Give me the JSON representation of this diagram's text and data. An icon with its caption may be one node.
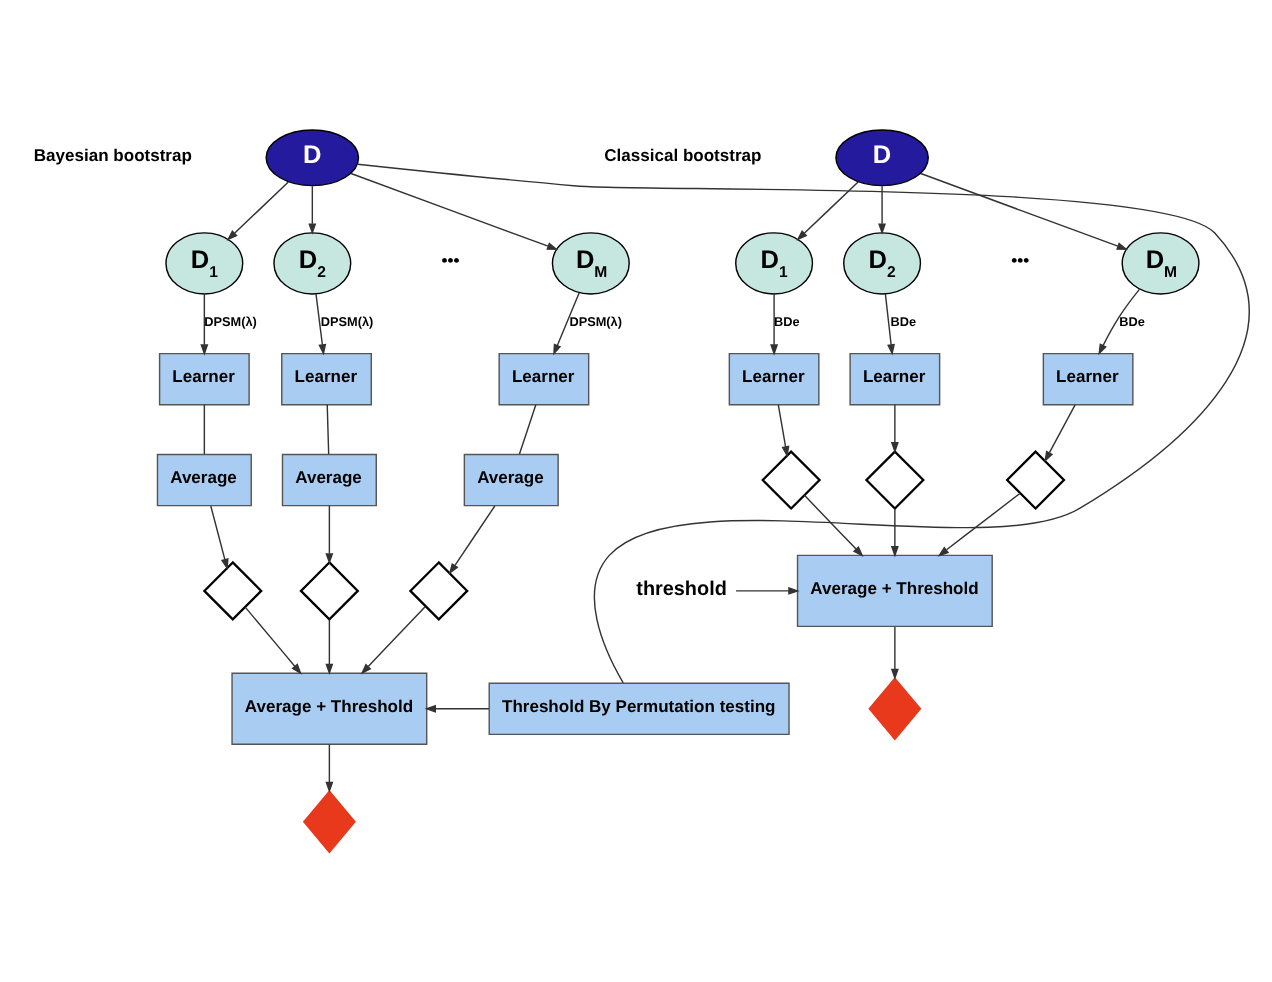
{
  "diagram": {
    "nodes": [
      {
        "text": [
          "D"
        ]
      },
      {
        "text": [
          "D$_{1}$"
        ]
      },
      {
        "text": [
          "D$_{2}$"
        ]
      },
      {
        "text": [
          "D$_{M}$"
        ]
      },
      {
        "text": [
          "Learner"
        ]
      },
      {
        "text": [
          "Learner"
        ]
      },
      {
        "text": [
          "Learner"
        ]
      },
      {
        "text": [],
        "shape": "network"
      },
      {
        "text": [],
        "shape": "network"
      },
      {
        "text": [],
        "shape": "network"
      },
      {
        "text": [
          "Average + Threshold"
        ]
      },
      {
        "text": [
          "threshold"
        ]
      },
      {
        "text": [],
        "shape": "network"
      },
      {
        "text": [
          "D"
        ]
      },
      {
        "text": [
          "D$_{1}$"
        ]
      },
      {
        "text": [
          "D$_{2}$"
        ]
      },
      {
        "text": [
          "D$_{M}$"
        ]
      },
      {
        "text": [
          "Learner"
        ]
      },
      {
        "text": [
          "Learner"
        ]
      },
      {
        "text": [
          "Learner"
        ]
      },
      {
        "text": [
          "Average"
        ]
      },
      {
        "text": [
          "Average"
        ]
      },
      {
        "text": [
          "Average"
        ]
      },
      {
        "text": [],
        "shape": "network"
      },
      {
        "text": [],
        "shape": "network"
      },
      {
        "text": [],
        "shape": "network"
      },
      {
        "text": [
          "Average + Threshold"
        ]
      },
      {
        "text": [
          "Threshold By Permutation testing"
        ]
      },
      {
        "text": [],
        "shape": "network"
      }
    ],
    "edges": [
      {
        "from": 0,
        "to": 1,
        "arrow": "to"
      },
      {
        "from": 0,
        "to": 2,
        "arrow": "to"
      },
      {
        "from": 0,
        "to": 3,
        "arrow": "to"
      },
      {
        "from": 1,
        "to": 4,
        "arrow": "to",
        "label": "BDe"
      },
      {
        "from": 2,
        "to": 5,
        "arrow": "to",
        "label": "BDe"
      },
      {
        "from": 3,
        "to": 6,
        "arrow": "to",
        "label": "BDe"
      },
      {
        "from": 4,
        "to": 7,
        "arrow": "to"
      },
      {
        "from": 5,
        "to": 8,
        "arrow": "to"
      },
      {
        "from": 6,
        "to": 9,
        "arrow": "to"
      },
      {
        "from": 7,
        "to": 10,
        "arrow": "to"
      },
      {
        "from": 8,
        "to": 10,
        "arrow": "to"
      },
      {
        "from": 9,
        "to": 10,
        "arrow": "to"
      },
      {
        "from": 11,
        "to": 10,
        "arrow": "to"
      },
      {
        "from": 10,
        "to": 12,
        "arrow": "to"
      },
      {
        "from": 13,
        "to": 14,
        "arrow": "to"
      },
      {
        "from": 13,
        "to": 15,
        "arrow": "to"
      },
      {
        "from": 13,
        "to": 16,
        "arrow": "to"
      },
      {
        "from": 14,
        "to": 17,
        "arrow": "to",
        "label": "DPSM(λ)"
      },
      {
        "from": 15,
        "to": 18,
        "arrow": "to",
        "label": "DPSM(λ)"
      },
      {
        "from": 16,
        "to": 19,
        "arrow": "to",
        "label": "DPSM(λ)"
      },
      {
        "from": 17,
        "to": 20,
        "arrow": "none"
      },
      {
        "from": 18,
        "to": 21,
        "arrow": "none"
      },
      {
        "from": 19,
        "to": 22,
        "arrow": "none"
      },
      {
        "from": 20,
        "to": 23,
        "arrow": "to"
      },
      {
        "from": 21,
        "to": 24,
        "arrow": "to"
      },
      {
        "from": 22,
        "to": 25,
        "arrow": "to"
      },
      {
        "from": 23,
        "to": 26,
        "arrow": "to"
      },
      {
        "from": 24,
        "to": 26,
        "arrow": "to"
      },
      {
        "from": 25,
        "to": 26,
        "arrow": "to"
      },
      {
        "from": 27,
        "to": 26,
        "arrow": "to"
      },
      {
        "from": 13,
        "to": 27,
        "arrow": "none"
      },
      {
        "from": 26,
        "to": 28,
        "arrow": "to"
      }
    ],
    "labels": [
      "Classical bootstrap",
      "•••",
      "Bayesian bootstrap",
      "•••"
    ]
  }
}
